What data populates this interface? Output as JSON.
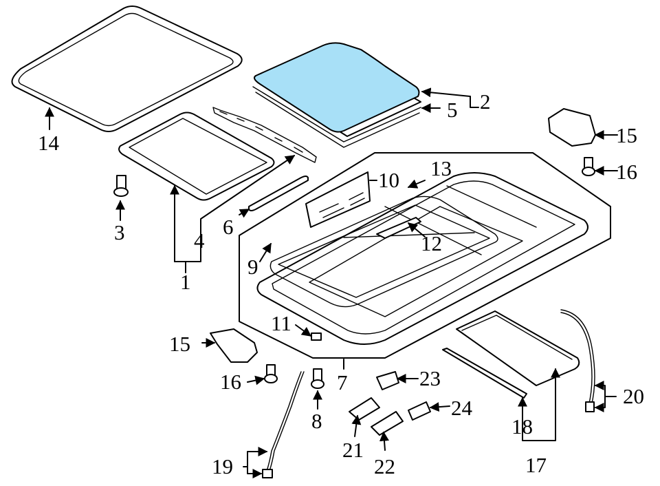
{
  "colors": {
    "highlight": "#a8e0f7",
    "line": "#000000",
    "background": "#ffffff"
  },
  "labels": {
    "p1": "1",
    "p2": "2",
    "p3": "3",
    "p4": "4",
    "p5": "5",
    "p6": "6",
    "p7": "7",
    "p8": "8",
    "p9": "9",
    "p10": "10",
    "p11": "11",
    "p12": "12",
    "p13": "13",
    "p14": "14",
    "p15a": "15",
    "p15b": "15",
    "p16a": "16",
    "p16b": "16",
    "p17": "17",
    "p18": "18",
    "p19": "19",
    "p20": "20",
    "p21": "21",
    "p22": "22",
    "p23": "23",
    "p24": "24"
  }
}
